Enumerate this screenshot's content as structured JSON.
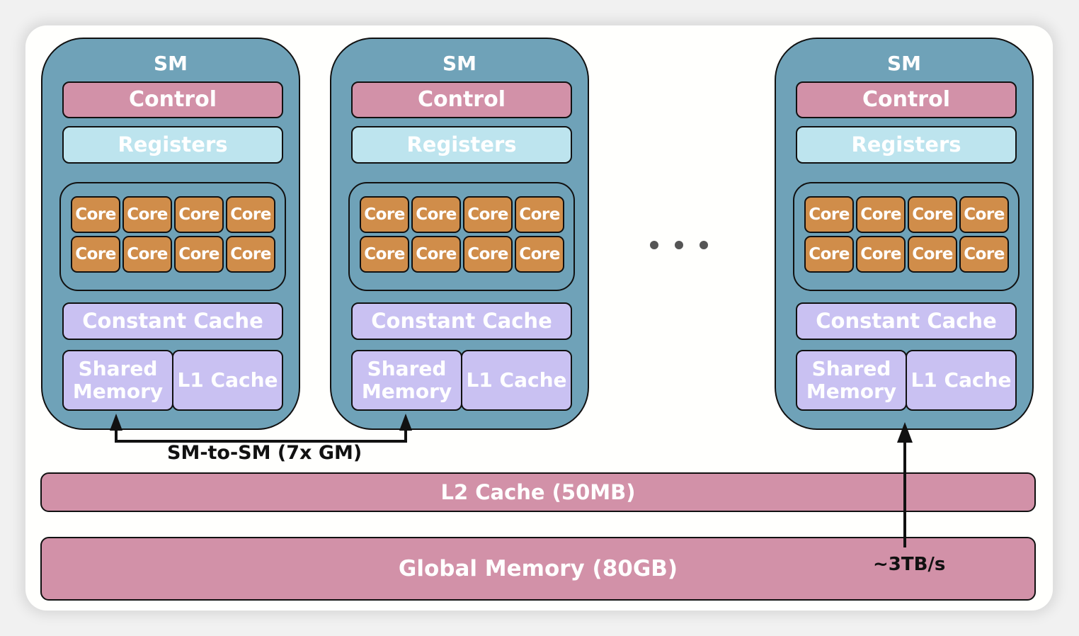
{
  "diagram": {
    "title": "GPU Memory Hierarchy",
    "sms": [
      {
        "title": "SM",
        "control": "Control",
        "registers": "Registers",
        "cores": [
          "Core",
          "Core",
          "Core",
          "Core",
          "Core",
          "Core",
          "Core",
          "Core"
        ],
        "constant_cache": "Constant Cache",
        "shared_memory": "Shared Memory",
        "l1_cache": "L1 Cache"
      },
      {
        "title": "SM",
        "control": "Control",
        "registers": "Registers",
        "cores": [
          "Core",
          "Core",
          "Core",
          "Core",
          "Core",
          "Core",
          "Core",
          "Core"
        ],
        "constant_cache": "Constant Cache",
        "shared_memory": "Shared Memory",
        "l1_cache": "L1 Cache"
      },
      {
        "title": "SM",
        "control": "Control",
        "registers": "Registers",
        "cores": [
          "Core",
          "Core",
          "Core",
          "Core",
          "Core",
          "Core",
          "Core",
          "Core"
        ],
        "constant_cache": "Constant Cache",
        "shared_memory": "Shared Memory",
        "l1_cache": "L1 Cache"
      }
    ],
    "ellipsis": "...",
    "sm_to_sm_label": "SM-to-SM (7x GM)",
    "l2_cache": "L2 Cache (50MB)",
    "global_memory": "Global Memory (80GB)",
    "bandwidth_label": "~3TB/s",
    "colors": {
      "sm": "#6fa2b8",
      "control": "#d291a8",
      "registers": "#bde4ee",
      "core": "#d08d4a",
      "cache": "#c9c1f2",
      "memory_bar": "#d291a8"
    }
  }
}
